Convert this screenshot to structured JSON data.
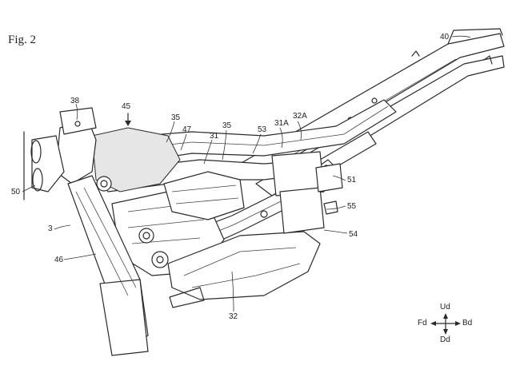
{
  "figure": {
    "title": "Fig. 2"
  },
  "labels": {
    "l40": "40",
    "l38": "38",
    "l45": "45",
    "l35a": "35",
    "l47": "47",
    "l35b": "35",
    "l31": "31",
    "l53": "53",
    "l31A": "31A",
    "l32A": "32A",
    "l51": "51",
    "l50": "50",
    "l55": "55",
    "l3": "3",
    "l54": "54",
    "l46": "46",
    "l32": "32"
  },
  "compass": {
    "up": "Ud",
    "down": "Dd",
    "left": "Fd",
    "right": "Bd"
  }
}
